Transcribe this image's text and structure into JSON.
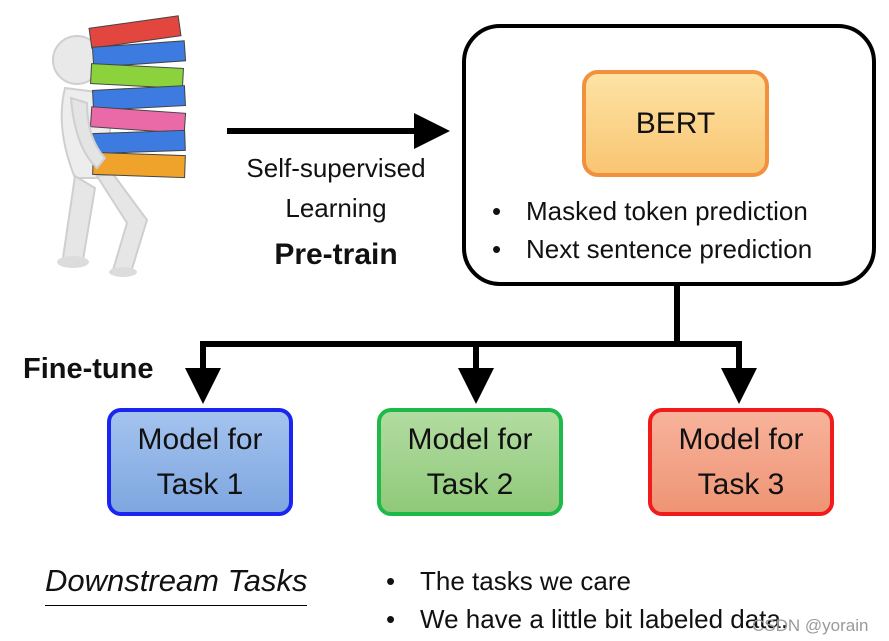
{
  "pretrain": {
    "arrow_label_line1": "Self-supervised",
    "arrow_label_line2": "Learning",
    "stage": "Pre-train"
  },
  "bert": {
    "label": "BERT",
    "objectives": [
      "Masked token prediction",
      "Next sentence prediction"
    ]
  },
  "finetune": {
    "stage": "Fine-tune",
    "tasks": [
      {
        "line1": "Model for",
        "line2": "Task 1",
        "color": "#7ea6e0",
        "border": "#1b25f0"
      },
      {
        "line1": "Model for",
        "line2": "Task 2",
        "color": "#90c97a",
        "border": "#1dba49"
      },
      {
        "line1": "Model for",
        "line2": "Task 3",
        "color": "#ef9475",
        "border": "#f01b1b"
      }
    ]
  },
  "downstream": {
    "title": "Downstream Tasks",
    "notes": [
      "The tasks we care",
      "We have a little bit labeled data."
    ]
  },
  "watermark": "CSDN @yorain",
  "icons": {
    "illustration": "person-carrying-binders-icon"
  }
}
